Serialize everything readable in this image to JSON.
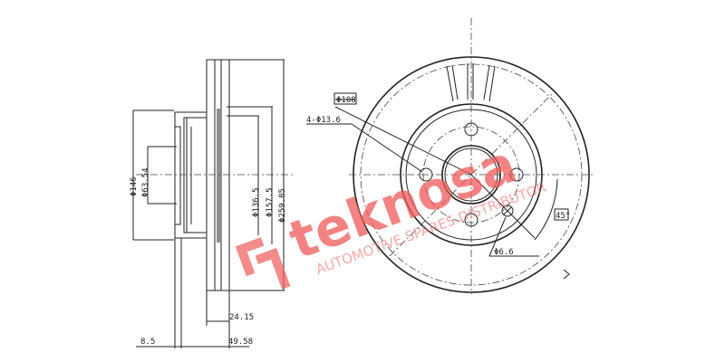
{
  "side_view": {
    "dimensions": {
      "d146": "Φ146",
      "d63_54": "Φ63.54",
      "d136_5": "Φ136.5",
      "d157_5": "Φ157.5",
      "d259_85": "Φ259.85",
      "w24_15": "24.15",
      "w8_5": "8.5",
      "w49_58": "49.58"
    }
  },
  "front_view": {
    "dimensions": {
      "pcd": "Φ108",
      "bolt_holes": "4-Φ13.6",
      "small_hole": "Φ6.6",
      "angle": "45°"
    }
  },
  "watermark": {
    "brand": "teknosa",
    "tagline": "AUTOMOTIVE SPARES DISTRIBUTOR",
    "color": "#f05a5a"
  }
}
